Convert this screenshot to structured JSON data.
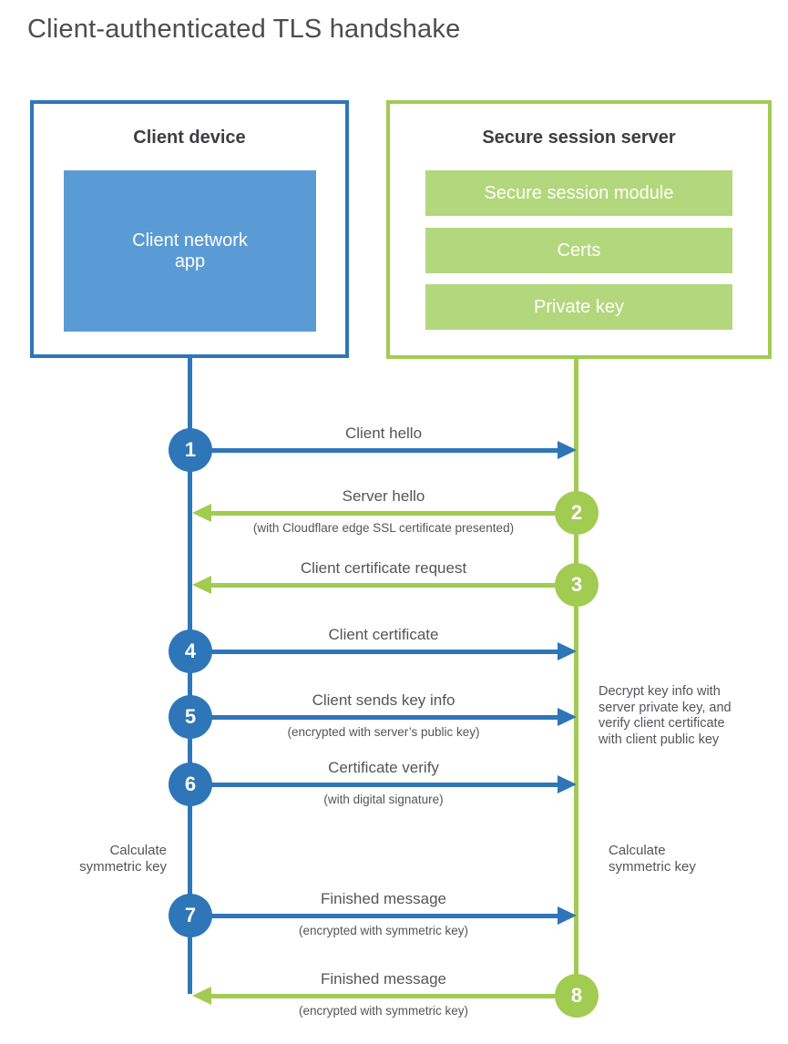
{
  "title": "Client-authenticated TLS handshake",
  "colors": {
    "client_accent": "#2e76b8",
    "client_fill": "#5b9bd5",
    "server_accent": "#a2cb52",
    "server_fill": "#b3d77c"
  },
  "client_box": {
    "title": "Client device",
    "app_label": "Client network\napp"
  },
  "server_box": {
    "title": "Secure session server",
    "modules": [
      "Secure session module",
      "Certs",
      "Private key"
    ]
  },
  "steps": [
    {
      "number": "1",
      "label": "Client hello",
      "sublabel": "",
      "direction": "client-to-server"
    },
    {
      "number": "2",
      "label": "Server hello",
      "sublabel": "(with Cloudflare edge SSL certificate presented)",
      "direction": "server-to-client"
    },
    {
      "number": "3",
      "label": "Client certificate request",
      "sublabel": "",
      "direction": "server-to-client"
    },
    {
      "number": "4",
      "label": "Client certificate",
      "sublabel": "",
      "direction": "client-to-server"
    },
    {
      "number": "5",
      "label": "Client sends key info",
      "sublabel": "(encrypted with server’s public key)",
      "direction": "client-to-server"
    },
    {
      "number": "6",
      "label": "Certificate verify",
      "sublabel": "(with digital signature)",
      "direction": "client-to-server"
    },
    {
      "number": "7",
      "label": "Finished message",
      "sublabel": "(encrypted with symmetric key)",
      "direction": "client-to-server"
    },
    {
      "number": "8",
      "label": "Finished message",
      "sublabel": "(encrypted with symmetric key)",
      "direction": "server-to-client"
    }
  ],
  "annotations": {
    "decrypt_note": "Decrypt key info with\nserver private key, and\nverify client certificate\nwith client public key",
    "calc_left": "Calculate\nsymmetric key",
    "calc_right": "Calculate\nsymmetric key"
  }
}
